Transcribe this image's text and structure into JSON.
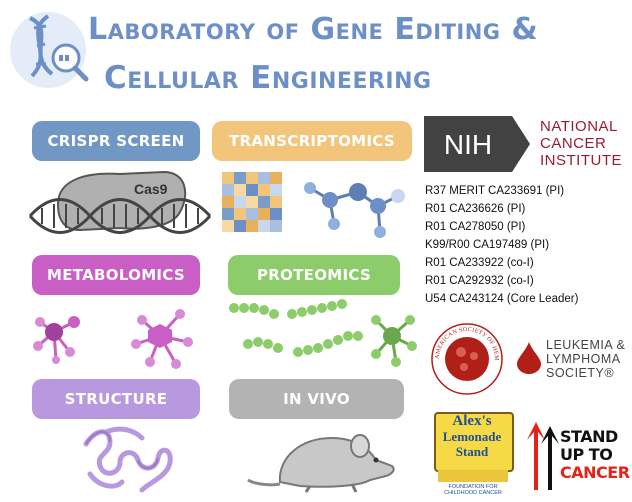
{
  "header": {
    "title_line1": "Laboratory of Gene Editing &",
    "title_line2": "Cellular Engineering"
  },
  "colors": {
    "title": "#6d8fc7",
    "crispr": "#7197c5",
    "transcriptomics": "#f2c57a",
    "metabolomics": "#c95fc4",
    "proteomics": "#8dcc6a",
    "structure": "#b898de",
    "invivo": "#b3b3b3",
    "nih_red": "#9b1b2f"
  },
  "panels": {
    "crispr": {
      "label": "CRISPR SCREEN",
      "badge": "Cas9",
      "icon": "dna-cas9-icon"
    },
    "transcriptomics": {
      "label": "TRANSCRIPTOMICS",
      "icon": "heatmap-molecule-icon"
    },
    "metabolomics": {
      "label": "METABOLOMICS",
      "icon": "metabolite-molecule-icon"
    },
    "proteomics": {
      "label": "PROTEOMICS",
      "icon": "peptide-chain-icon"
    },
    "structure": {
      "label": "STRUCTURE",
      "icon": "protein-ribbon-icon"
    },
    "invivo": {
      "label": "IN VIVO",
      "icon": "mouse-icon"
    }
  },
  "funding": {
    "nih_logo": "NIH",
    "nih_name": [
      "NATIONAL",
      "CANCER",
      "INSTITUTE"
    ],
    "grants": [
      "R37 MERIT CA233691 (PI)",
      "R01 CA236626 (PI)",
      "R01 CA278050 (PI)",
      "K99/R00 CA197489 (PI)",
      "R01 CA233922 (co-I)",
      "R01 CA292932 (co-I)",
      "U54 CA243124 (Core Leader)"
    ],
    "ash_seal": "AMERICAN SOCIETY OF HEMATOLOGY",
    "lls_lines": [
      "LEUKEMIA &",
      "LYMPHOMA",
      "SOCIETY®"
    ],
    "alex_lines": [
      "Alex's",
      "Lemonade",
      "Stand",
      "FOUNDATION FOR",
      "CHILDHOOD CANCER"
    ],
    "su2c_lines": [
      "STAND",
      "UP TO",
      "CANCER"
    ]
  }
}
